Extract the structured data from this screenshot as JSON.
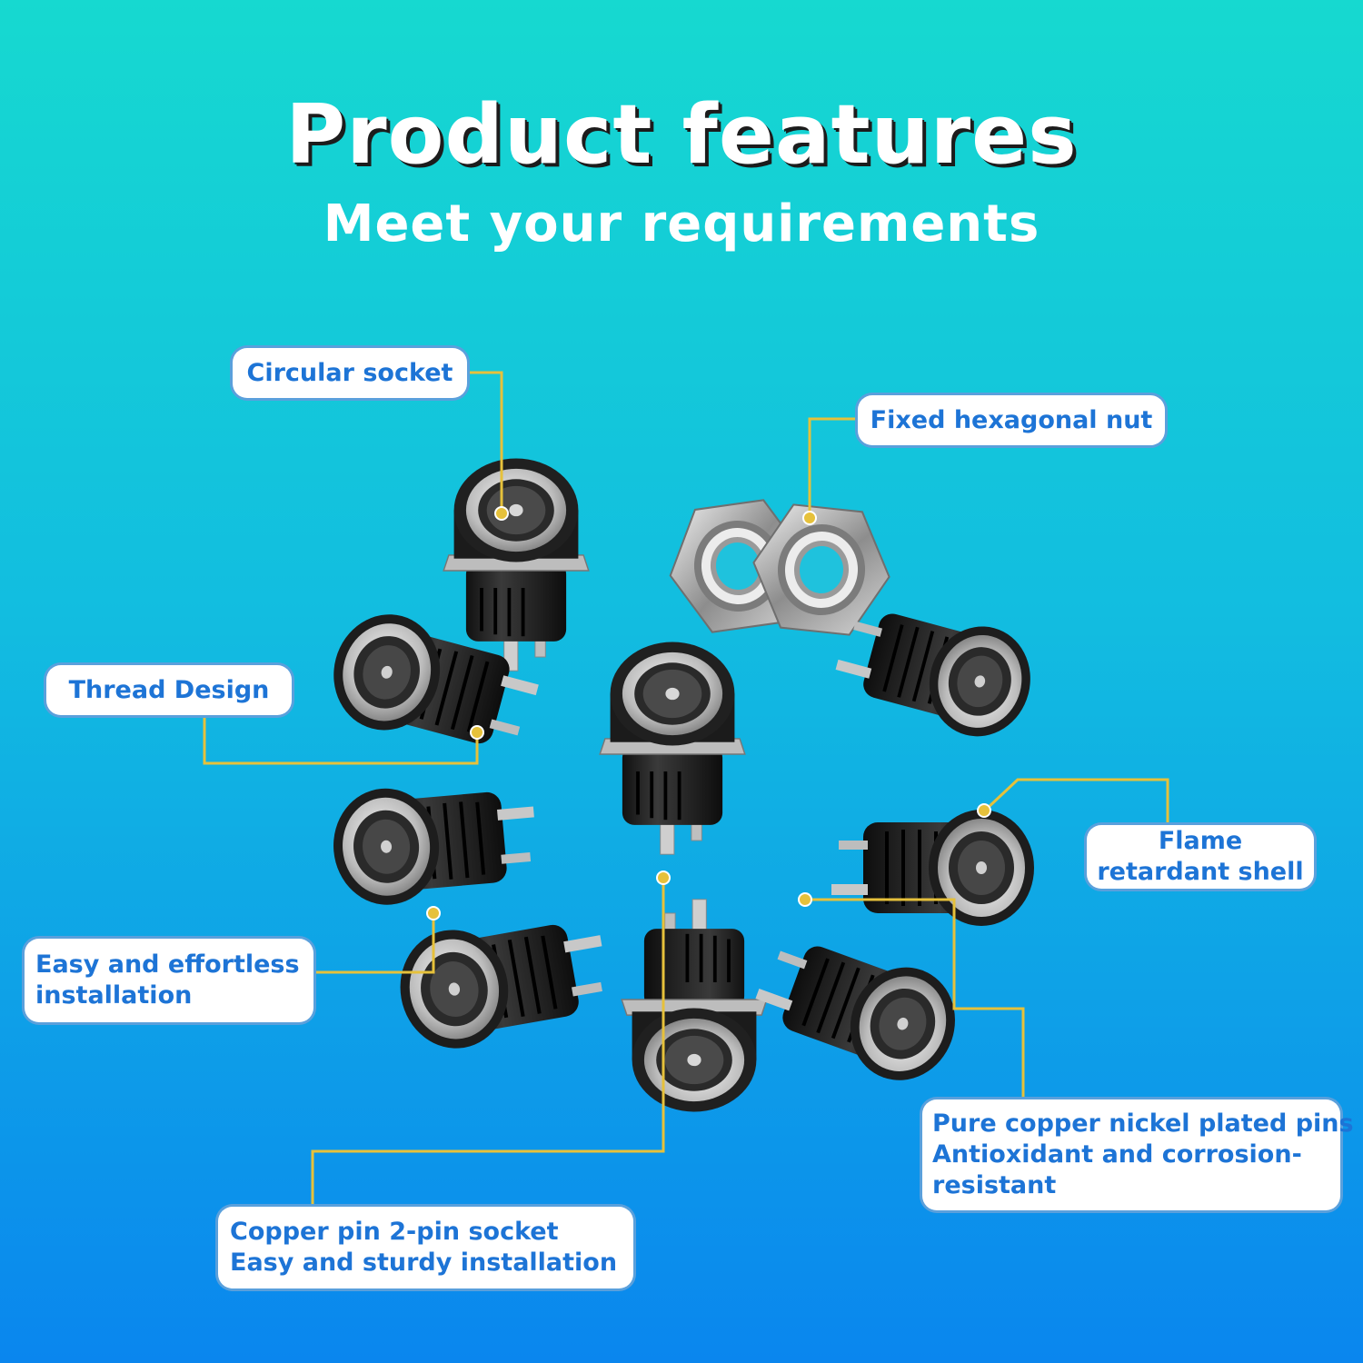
{
  "header": {
    "title": "Product features",
    "subtitle": "Meet your requirements"
  },
  "callouts": {
    "circular_socket": "Circular socket",
    "hex_nut": "Fixed hexagonal nut",
    "thread_design": "Thread Design",
    "flame_line1": "Flame",
    "flame_line2": "retardant shell",
    "easy_line1": "Easy and effortless",
    "easy_line2": "installation",
    "pins_line1": "Pure copper nickel plated pins",
    "pins_line2": "Antioxidant and corrosion-",
    "pins_line3": "resistant",
    "copper_line1": "Copper pin 2-pin socket",
    "copper_line2": "Easy and sturdy installation"
  },
  "colors": {
    "background_top": "#16d9d0",
    "background_bottom": "#0a86ee",
    "callout_text": "#1d74d6",
    "leader_line": "#e6c13b",
    "jack_body": "#1f1f1f",
    "metal": "#c9c9c9"
  }
}
